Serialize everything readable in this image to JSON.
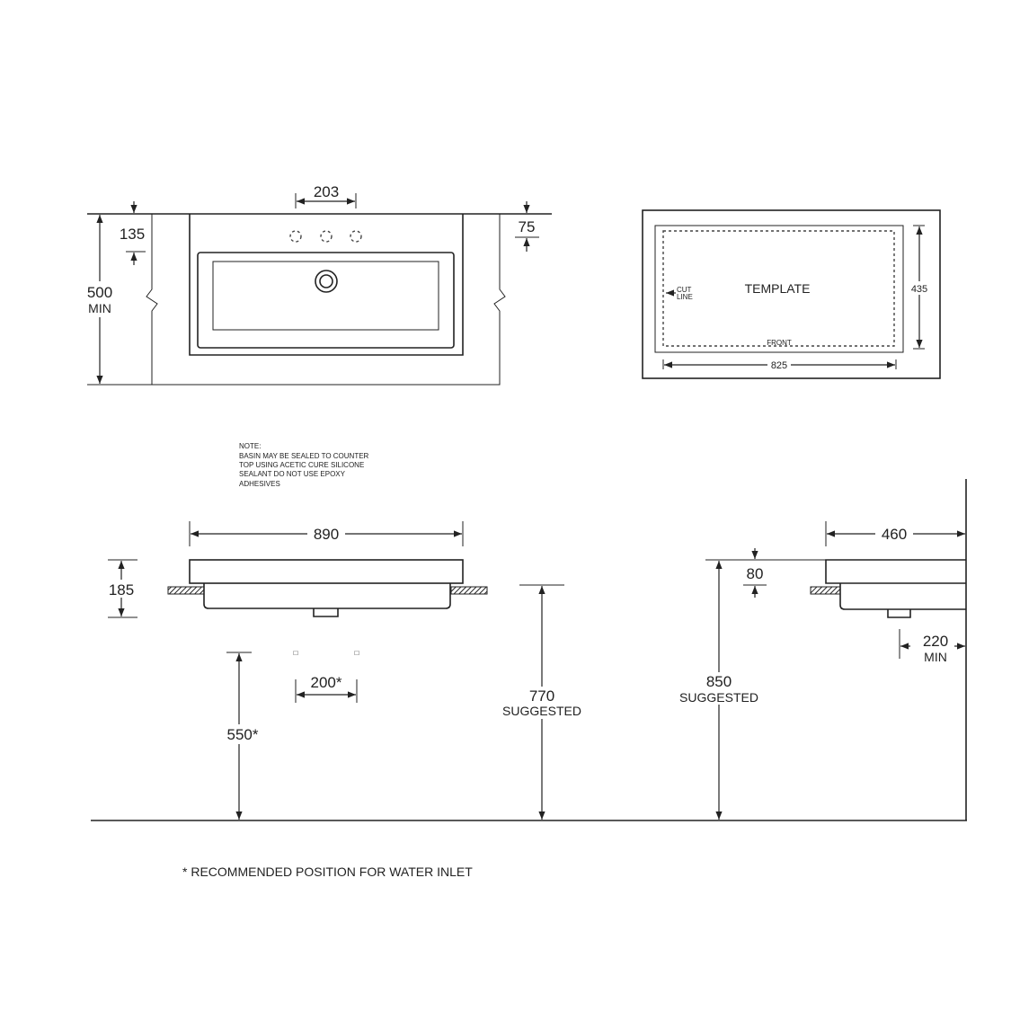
{
  "plan_view": {
    "tap_spacing": "203",
    "wall_to_tap": "135",
    "overall_depth": "500",
    "overall_depth_note": "MIN",
    "rim_depth": "75"
  },
  "template_view": {
    "title": "TEMPLATE",
    "cut_line": [
      "CUT",
      "LINE"
    ],
    "front": "FRONT",
    "width": "825",
    "depth": "435"
  },
  "note": {
    "lines": [
      "NOTE:",
      "BASIN MAY BE SEALED TO COUNTER",
      "TOP USING ACETIC CURE SILICONE",
      "SEALANT DO NOT USE EPOXY",
      "ADHESIVES"
    ]
  },
  "front_view": {
    "width": "890",
    "height": "185",
    "inlet_spacing": "200*",
    "inlet_height": "550*",
    "counter_height": "770",
    "counter_height_note": "SUGGESTED"
  },
  "side_view": {
    "depth": "460",
    "rim_height": "80",
    "top_height": "850",
    "top_height_note": "SUGGESTED",
    "wall_clearance": "220",
    "wall_clearance_note": "MIN"
  },
  "footnote": "* RECOMMENDED POSITION FOR WATER INLET"
}
